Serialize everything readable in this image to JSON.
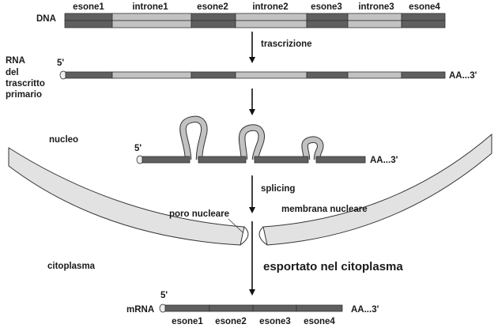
{
  "colors": {
    "exon": "#5f5f5f",
    "intron": "#c2c2c2",
    "membrane": "#e2e2e2",
    "outline": "#333333"
  },
  "dna": {
    "label": "DNA",
    "segments": [
      "esone1",
      "introne1",
      "esone2",
      "introne2",
      "esone3",
      "introne3",
      "esone4"
    ]
  },
  "steps": {
    "transcription": "trascrizione",
    "splicing": "splicing",
    "export": "esportato nel citoplasma"
  },
  "primary_rna": {
    "label_lines": [
      "RNA",
      "del",
      "trascritto",
      "primario"
    ],
    "five_prime": "5'",
    "three_prime": "AA...3'"
  },
  "spliced_rna": {
    "five_prime": "5'",
    "three_prime": "AA...3'"
  },
  "regions": {
    "nucleus": "nucleo",
    "cytoplasm": "citoplasma",
    "nuclear_pore": "poro nucleare",
    "nuclear_membrane": "membrana nucleare"
  },
  "mrna": {
    "label": "mRNA",
    "five_prime": "5'",
    "three_prime": "AA...3'",
    "exons": [
      "esone1",
      "esone2",
      "esone3",
      "esone4"
    ]
  }
}
